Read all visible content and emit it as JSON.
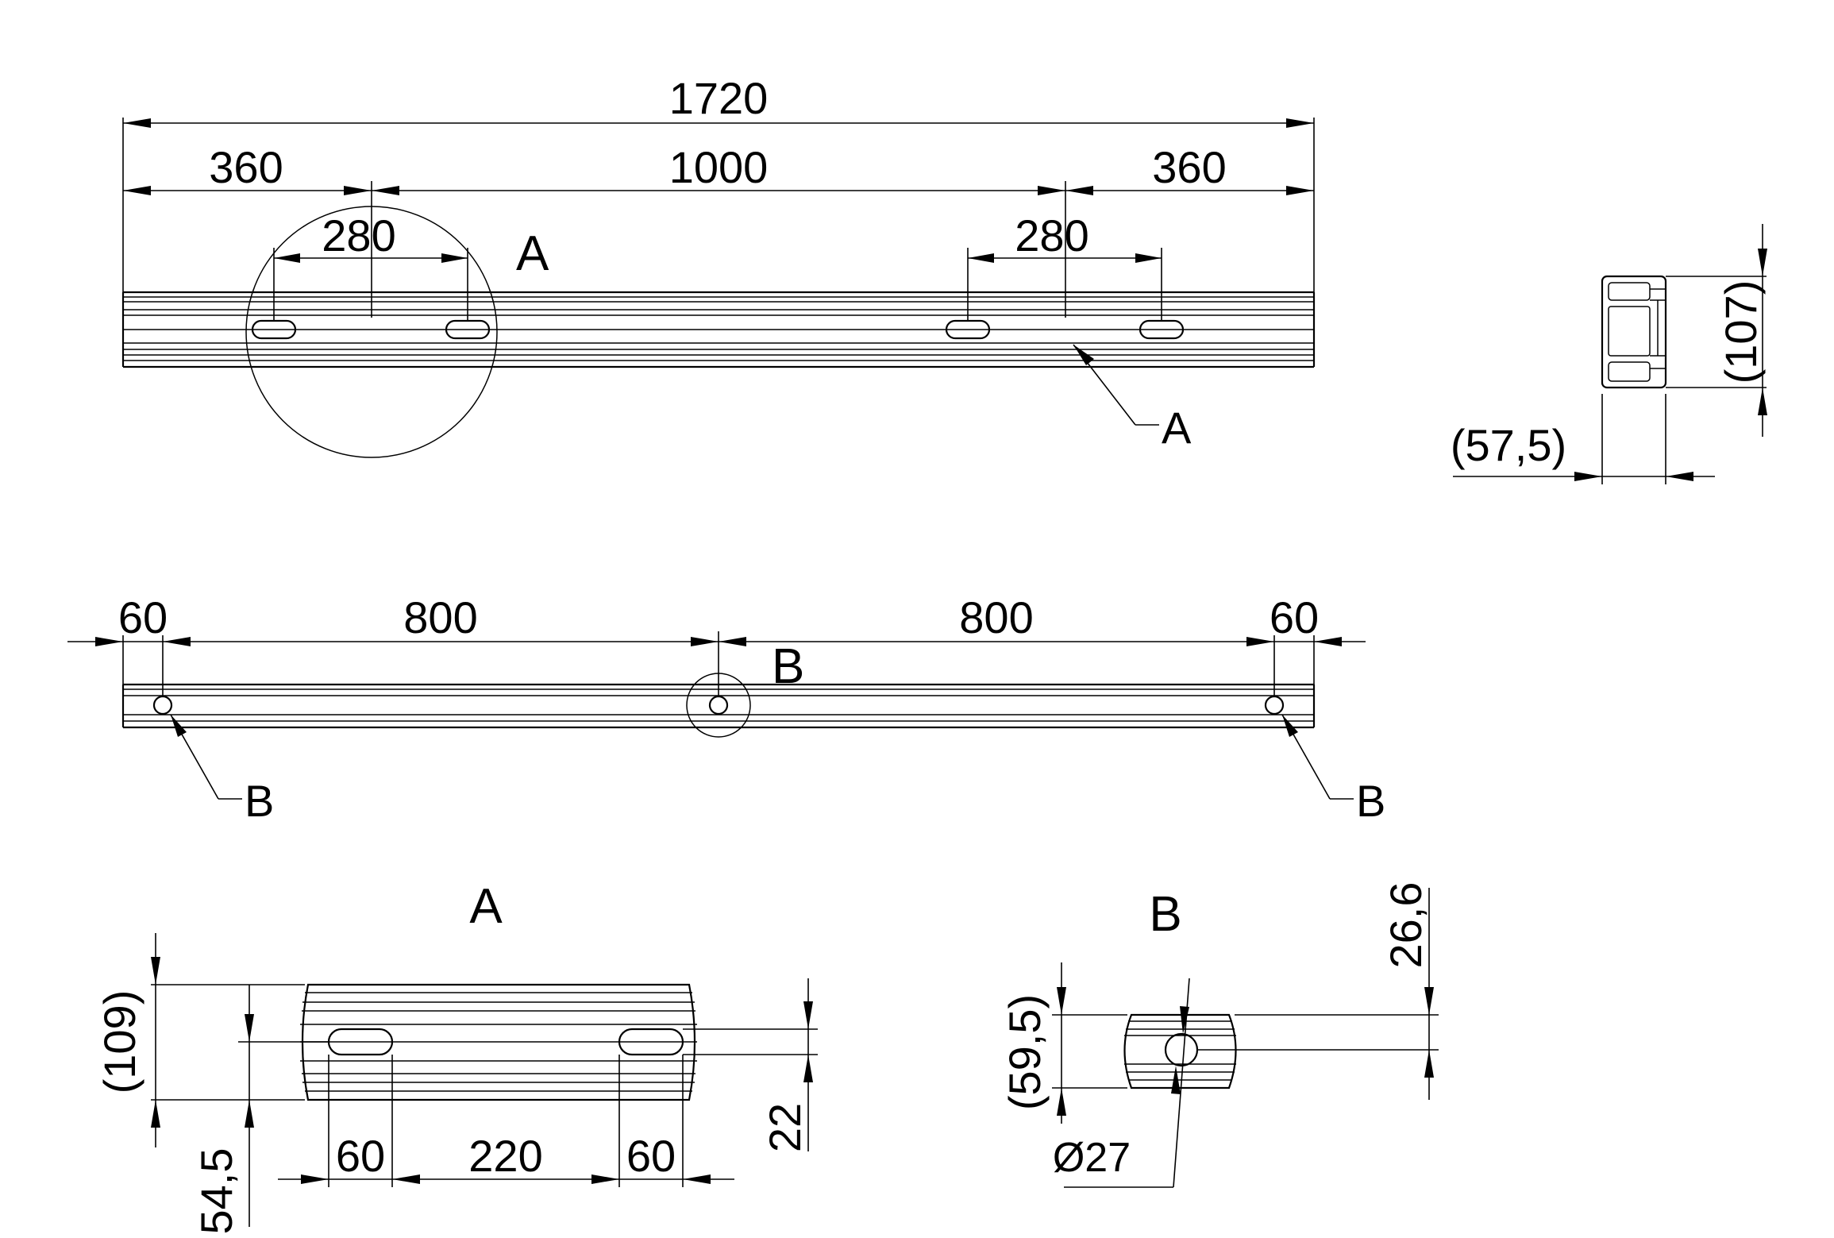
{
  "top_view": {
    "overall": "1720",
    "left_end": "360",
    "center": "1000",
    "right_end": "360",
    "slot_pitch_left": "280",
    "slot_pitch_right": "280",
    "detail_circle_label": "A",
    "leader_label": "A"
  },
  "cross_section": {
    "height": "(107)",
    "width": "(57,5)"
  },
  "side_view": {
    "left_end": "60",
    "left_span": "800",
    "right_span": "800",
    "right_end": "60",
    "detail_circle_label": "B",
    "leader_left": "B",
    "leader_right": "B"
  },
  "detail_a": {
    "title": "A",
    "height": "(109)",
    "slot_center": "54,5",
    "slot_width": "22",
    "slot_len_left": "60",
    "slot_gap": "220",
    "slot_len_right": "60"
  },
  "detail_b": {
    "title": "B",
    "height": "(59,5)",
    "hole_offset": "26,6",
    "hole_diameter": "Ø27"
  }
}
